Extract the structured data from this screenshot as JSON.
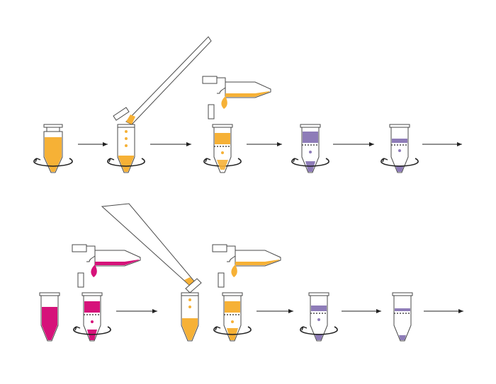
{
  "colors": {
    "background": "#ffffff",
    "outline": "#4a4a4a",
    "orange": "#f6b136",
    "magenta": "#d6127a",
    "purple": "#8e7cb8",
    "arrow": "#222222"
  },
  "rows": [
    {
      "name": "top-row",
      "steps": [
        {
          "name": "spin-orange-tube",
          "kind": "tube-spin",
          "fill": "orange"
        },
        {
          "name": "pipette-orange-tube",
          "kind": "tube-pipette",
          "fill": "orange"
        },
        {
          "name": "column-orange-transfer",
          "kind": "column-pour",
          "fill": "orange"
        },
        {
          "name": "column-purple-band",
          "kind": "column-band",
          "fill": "purple"
        },
        {
          "name": "column-purple-thin",
          "kind": "column-thin",
          "fill": "purple"
        }
      ]
    },
    {
      "name": "bottom-row",
      "steps": [
        {
          "name": "magenta-tube",
          "kind": "tube-plain",
          "fill": "magenta"
        },
        {
          "name": "column-magenta-transfer",
          "kind": "column-pour",
          "fill": "magenta"
        },
        {
          "name": "pipette-orange-tube-2",
          "kind": "tube-pipette",
          "fill": "orange"
        },
        {
          "name": "column-orange-transfer-2",
          "kind": "column-pour",
          "fill": "orange"
        },
        {
          "name": "column-purple-band-2",
          "kind": "column-band",
          "fill": "purple"
        },
        {
          "name": "column-purple-thin-2",
          "kind": "column-thin",
          "fill": "purple"
        }
      ]
    }
  ]
}
